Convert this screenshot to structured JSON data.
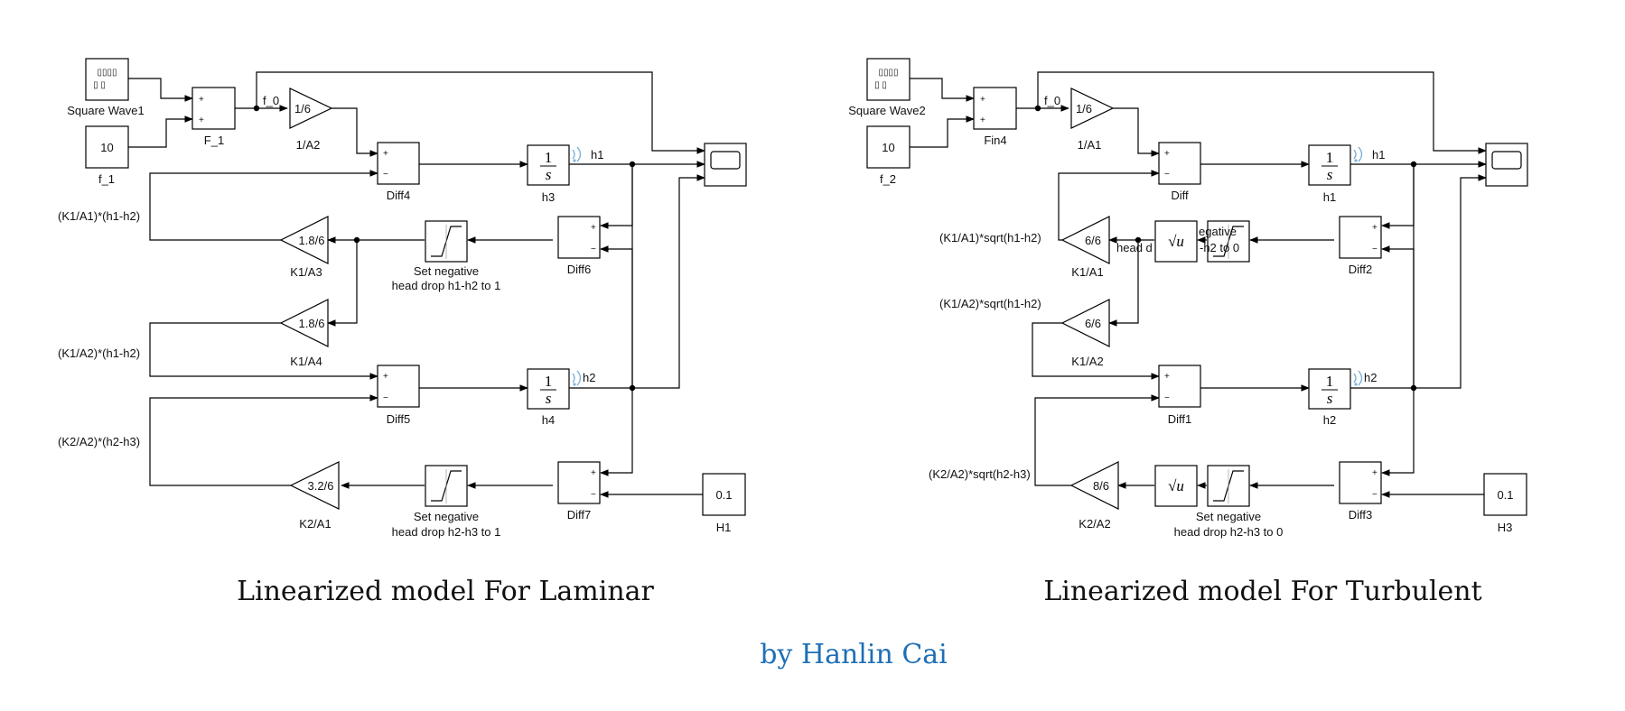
{
  "left": {
    "caption": "Linearized model For Laminar",
    "source": {
      "label": "Square Wave1",
      "glyph": "▯▯▯▯",
      "glyph2": "▯ ▯"
    },
    "const_in": {
      "value": "10",
      "label": "f_1"
    },
    "sum_in": {
      "label": "F_1",
      "p1": "+",
      "p2": "+"
    },
    "signal_f0": "f_0",
    "gain_in": {
      "value": "1/6",
      "label": "1/A2"
    },
    "sum_top": {
      "label": "Diff4",
      "p1": "+",
      "p2": "−"
    },
    "int_top": {
      "num": "1",
      "den": "s",
      "label": "h3",
      "signal": "h1"
    },
    "sum_mid": {
      "label": "Diff6",
      "p1": "+",
      "p2": "−"
    },
    "sat_top": {
      "label_line1": "Set negative",
      "label_line2": "head drop h1-h2 to 1"
    },
    "gain_k13": {
      "value": "1.8/6",
      "label": "K1/A3"
    },
    "gain_k14": {
      "value": "1.8/6",
      "label": "K1/A4"
    },
    "eq1": "(K1/A1)*(h1-h2)",
    "eq2": "(K1/A2)*(h1-h2)",
    "eq3": "(K2/A2)*(h2-h3)",
    "sum_bot": {
      "label": "Diff5",
      "p1": "+",
      "p2": "−"
    },
    "int_bot": {
      "num": "1",
      "den": "s",
      "label": "h4",
      "signal": "h2"
    },
    "sum_low": {
      "label": "Diff7",
      "p1": "+",
      "p2": "−"
    },
    "sat_bot": {
      "label_line1": "Set negative",
      "label_line2": "head drop h2-h3 to 1"
    },
    "gain_k2": {
      "value": "3.2/6",
      "label": "K2/A1"
    },
    "const_h": {
      "value": "0.1",
      "label": "H1"
    }
  },
  "right": {
    "caption": "Linearized model For Turbulent",
    "source": {
      "label": "Square Wave2",
      "glyph": "▯▯▯▯",
      "glyph2": "▯ ▯"
    },
    "const_in": {
      "value": "10",
      "label": "f_2"
    },
    "sum_in": {
      "label": "Fin4",
      "p1": "+",
      "p2": "+"
    },
    "signal_f0": "f_0",
    "gain_in": {
      "value": "1/6",
      "label": "1/A1"
    },
    "sum_top": {
      "label": "Diff",
      "p1": "+",
      "p2": "−"
    },
    "int_top": {
      "num": "1",
      "den": "s",
      "label": "h1",
      "signal": "h1"
    },
    "sum_mid": {
      "label": "Diff2",
      "p1": "+",
      "p2": "−"
    },
    "sat_top": {
      "label_line1": "egative",
      "label_line2": "head d",
      "label_line3": "-h2 to 0"
    },
    "sqrt_top": {
      "value": "√u"
    },
    "gain_k11": {
      "value": "6/6",
      "label": "K1/A1"
    },
    "gain_k12": {
      "value": "6/6",
      "label": "K1/A2"
    },
    "eq1": "(K1/A1)*sqrt(h1-h2)",
    "eq2": "(K1/A2)*sqrt(h1-h2)",
    "eq3": "(K2/A2)*sqrt(h2-h3)",
    "sum_bot": {
      "label": "Diff1",
      "p1": "+",
      "p2": "−"
    },
    "int_bot": {
      "num": "1",
      "den": "s",
      "label": "h2",
      "signal": "h2"
    },
    "sum_low": {
      "label": "Diff3",
      "p1": "+",
      "p2": "−"
    },
    "sat_bot": {
      "label_line1": "Set negative",
      "label_line2": "head drop h2-h3 to 0"
    },
    "sqrt_bot": {
      "value": "√u"
    },
    "gain_k2": {
      "value": "8/6",
      "label": "K2/A2"
    },
    "const_h": {
      "value": "0.1",
      "label": "H3"
    }
  },
  "byline": "by Hanlin Cai"
}
